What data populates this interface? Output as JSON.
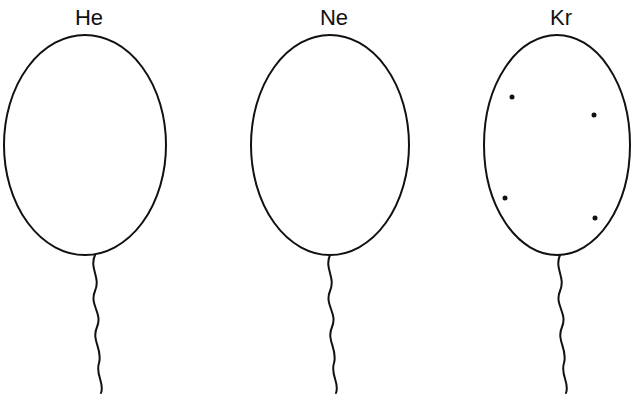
{
  "diagram": {
    "nodes": [
      {
        "text": [
          "He"
        ]
      },
      {
        "text": [
          "Ne"
        ]
      },
      {
        "text": [
          "Kr"
        ]
      }
    ]
  }
}
